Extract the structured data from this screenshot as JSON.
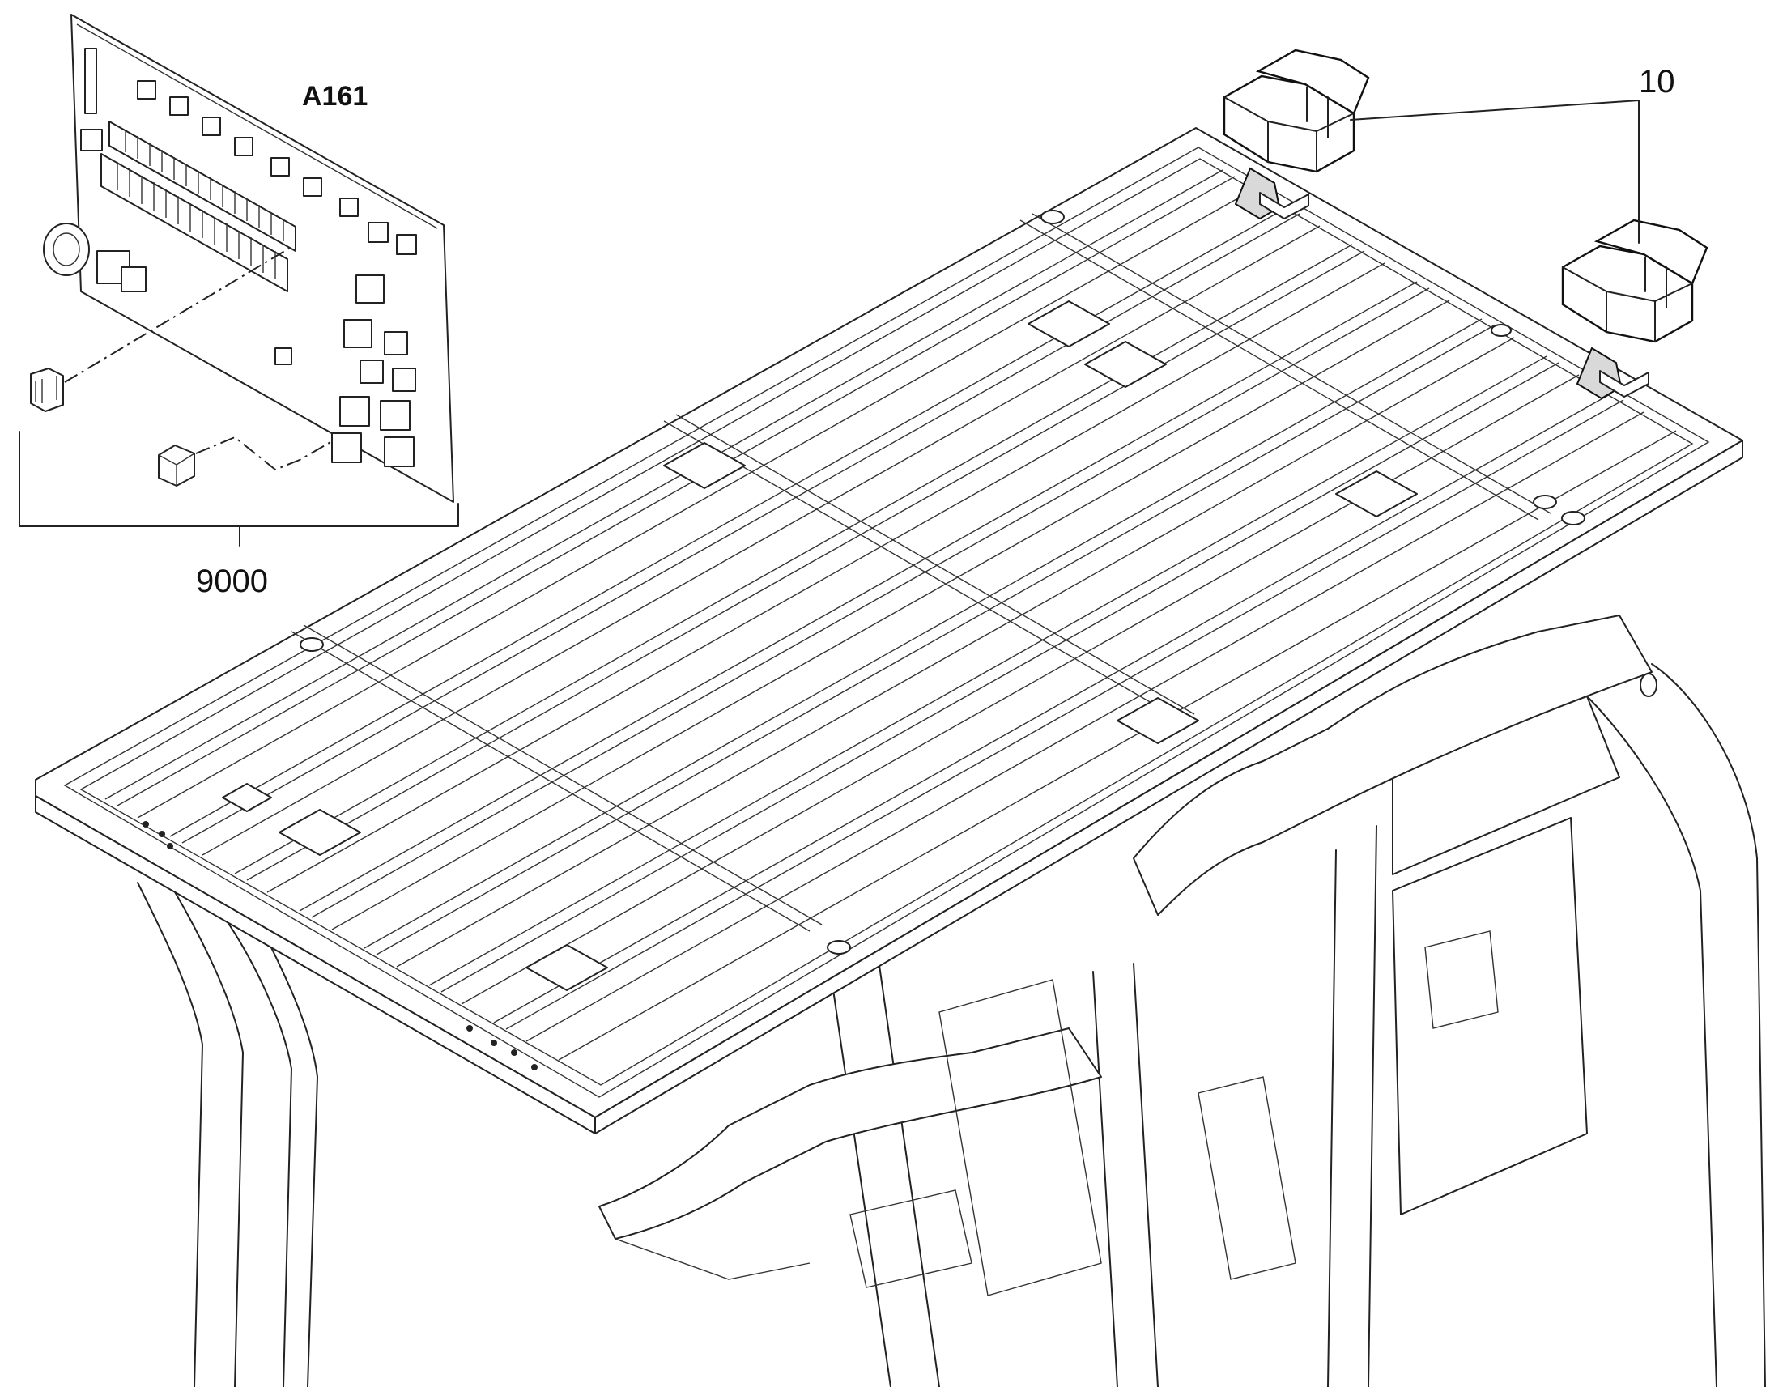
{
  "labels": {
    "board_id": "A161",
    "lamps_callout": "10",
    "kit_callout": "9000"
  }
}
